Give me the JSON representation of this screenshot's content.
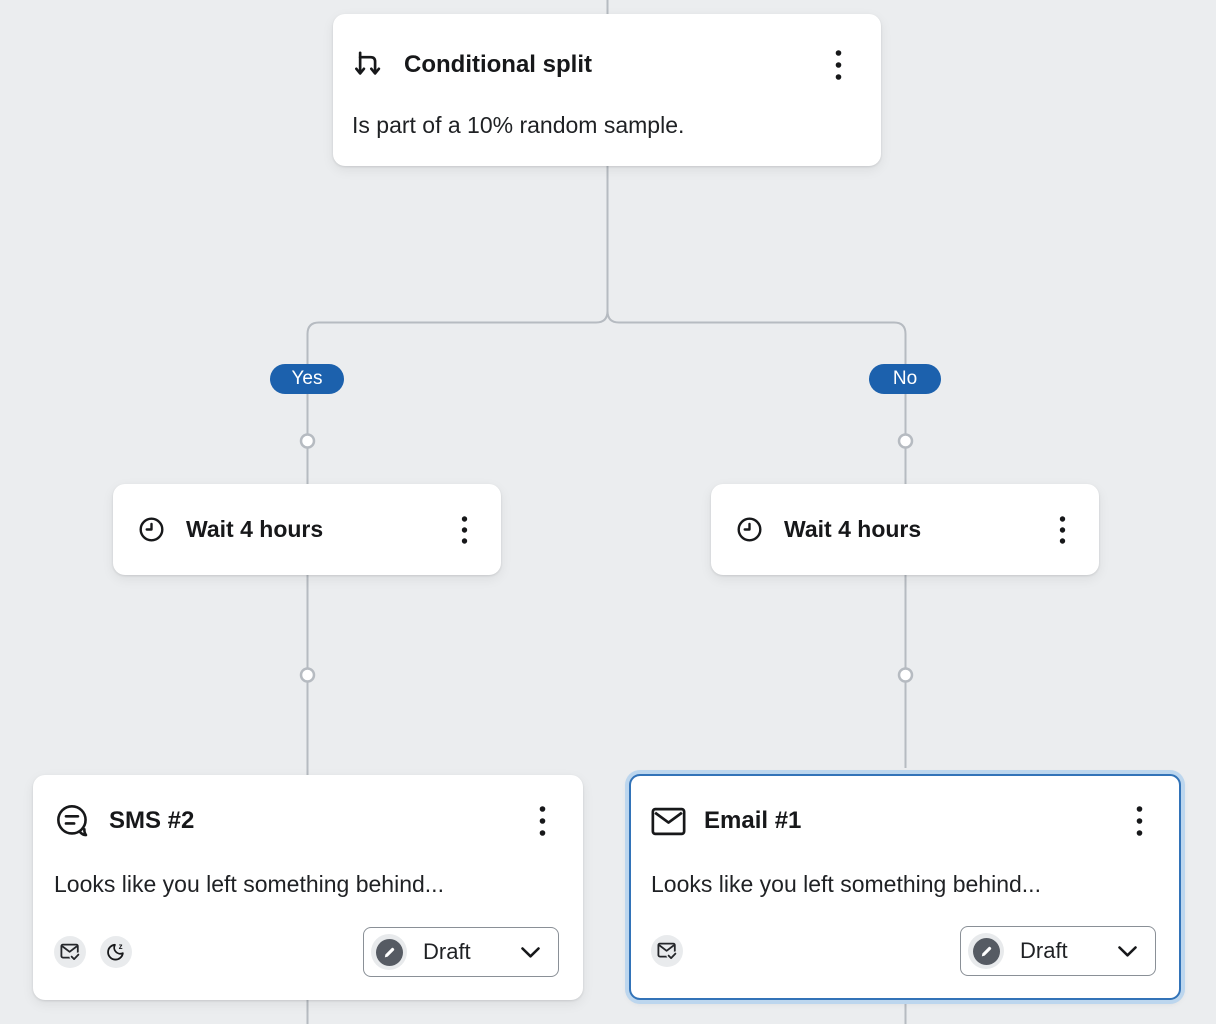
{
  "colors": {
    "canvas_bg": "#ebedef",
    "card_bg": "#ffffff",
    "connector": "#b6bbc1",
    "branch_badge_bg": "#1c61ad",
    "branch_badge_text": "#ffffff",
    "selected_card_border": "#3273b8",
    "selected_card_glow": "#bcd6ee",
    "status_badge_bg": "#565b63",
    "chip_bg": "#e9ebed",
    "text_primary": "#17181a",
    "text_secondary": "#1f2124",
    "status_button_border": "#8a9097"
  },
  "icons": {
    "conditional_split": "split-arrows-icon",
    "wait": "clock-icon",
    "sms": "chat-bubble-icon",
    "email": "envelope-icon",
    "node_menu": "kebab-menu-icon",
    "sms_status_chips": [
      "email-check-icon",
      "quiet-hours-moon-icon"
    ],
    "email_status_chips": [
      "email-check-icon"
    ],
    "status_badge": "pencil-icon",
    "status_dropdown": "chevron-down-icon"
  },
  "flow": {
    "conditional_split": {
      "title": "Conditional split",
      "description": "Is part of a 10% random sample."
    },
    "branch_yes": {
      "label": "Yes"
    },
    "branch_no": {
      "label": "No"
    },
    "wait_yes": {
      "title": "Wait 4 hours"
    },
    "wait_no": {
      "title": "Wait 4 hours"
    },
    "sms": {
      "title": "SMS #2",
      "preview": "Looks like you left something behind...",
      "status_label": "Draft"
    },
    "email": {
      "title": "Email #1",
      "preview": "Looks like you left something behind...",
      "status_label": "Draft",
      "selected": true
    }
  }
}
